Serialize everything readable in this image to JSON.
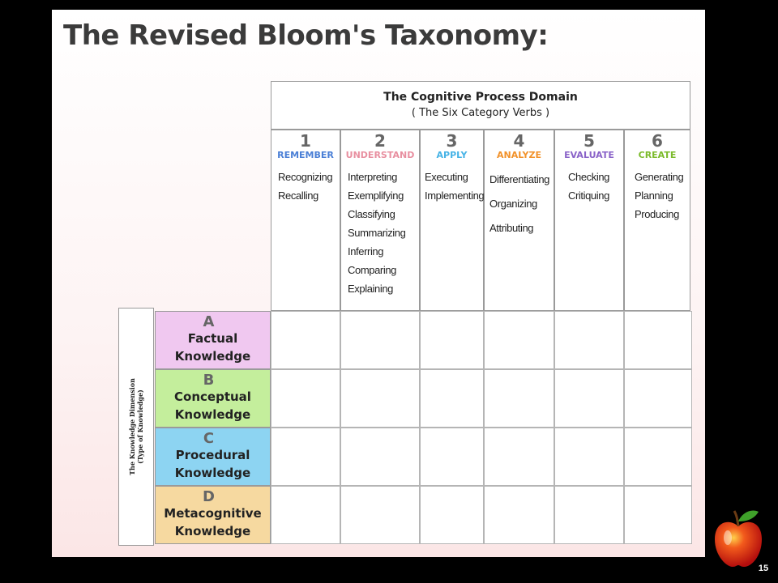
{
  "title": "The Revised Bloom's Taxonomy:",
  "cognitive_domain": {
    "heading": "The Cognitive Process Domain",
    "subheading": "( The Six Category Verbs )",
    "categories": [
      {
        "number": "1",
        "name": "REMEMBER",
        "color": "#4a7fd6",
        "verbs": [
          "Recognizing",
          "Recalling"
        ]
      },
      {
        "number": "2",
        "name": "UNDERSTAND",
        "color": "#e88fa0",
        "verbs": [
          "Interpreting",
          "Exemplifying",
          "Classifying",
          "Summarizing",
          "Inferring",
          "Comparing",
          "Explaining"
        ]
      },
      {
        "number": "3",
        "name": "APPLY",
        "color": "#46b3e6",
        "verbs": [
          "Executing",
          "Implementing"
        ]
      },
      {
        "number": "4",
        "name": "ANALYZE",
        "color": "#f2922a",
        "verbs": [
          "Differentiating",
          "Organizing",
          "Attributing"
        ]
      },
      {
        "number": "5",
        "name": "EVALUATE",
        "color": "#8a63c8",
        "verbs": [
          "Checking",
          "Critiquing"
        ]
      },
      {
        "number": "6",
        "name": "CREATE",
        "color": "#7cbb2c",
        "verbs": [
          "Generating",
          "Planning",
          "Producing"
        ]
      }
    ]
  },
  "knowledge_dimension": {
    "label_line1": "The Knowledge Dimension",
    "label_line2": "(Type of Knowledge)",
    "types": [
      {
        "letter": "A",
        "line1": "Factual",
        "line2": "Knowledge",
        "color": "#f0c8f0"
      },
      {
        "letter": "B",
        "line1": "Conceptual",
        "line2": "Knowledge",
        "color": "#c4ee9c"
      },
      {
        "letter": "C",
        "line1": "Procedural",
        "line2": "Knowledge",
        "color": "#8dd4f2"
      },
      {
        "letter": "D",
        "line1": "Metacognitive",
        "line2": "Knowledge",
        "color": "#f6d9a0"
      }
    ]
  },
  "page_number": "15",
  "icons": {
    "corner_logo": "red-apple-icon"
  }
}
